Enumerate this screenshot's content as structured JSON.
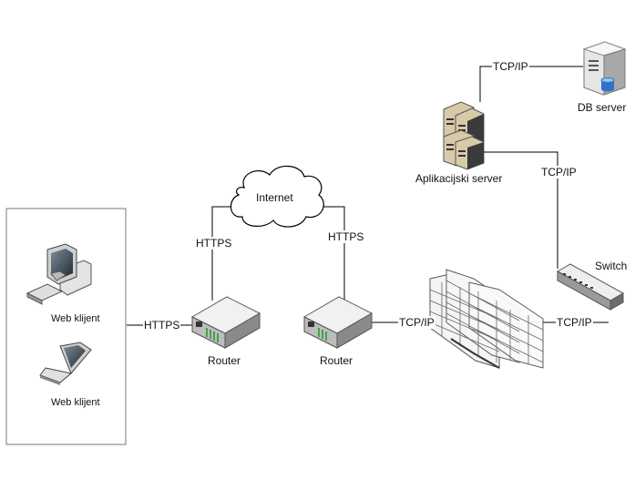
{
  "nodes": {
    "db_server": {
      "label": "DB server",
      "icon": "db-server-icon"
    },
    "app_server": {
      "label": "Aplikacijski server",
      "icon": "server-stack-icon"
    },
    "switch": {
      "label": "Switch",
      "icon": "network-switch-icon"
    },
    "internet": {
      "label": "Internet",
      "icon": "cloud-icon"
    },
    "router_left": {
      "label": "Router",
      "icon": "router-icon"
    },
    "router_right": {
      "label": "Router",
      "icon": "router-icon"
    },
    "firewall": {
      "label": "",
      "icon": "firewall-icon"
    },
    "web_client_desktop": {
      "label": "Web klijent",
      "icon": "desktop-computer-icon"
    },
    "web_client_laptop": {
      "label": "Web klijent",
      "icon": "laptop-icon"
    }
  },
  "connections": {
    "app_to_db": "TCP/IP",
    "app_to_switch": "TCP/IP",
    "firewall_to_switch": "TCP/IP",
    "router_to_firewall": "TCP/IP",
    "clients_to_router": "HTTPS",
    "router_left_to_internet": "HTTPS",
    "internet_to_router_right": "HTTPS"
  },
  "colors": {
    "line": "#000000",
    "device_grey": "#c8c8c8",
    "router_accent": "#3fa34d"
  }
}
